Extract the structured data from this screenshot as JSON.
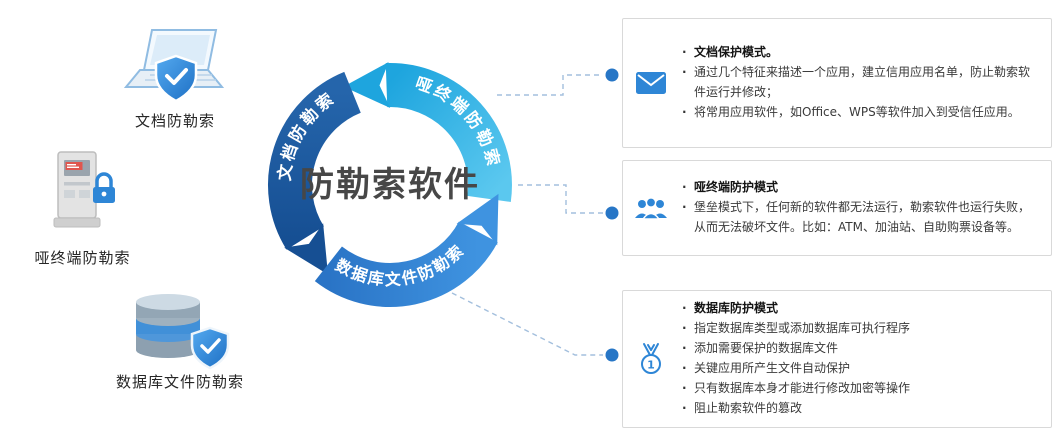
{
  "left_items": [
    {
      "icon": "laptop-shield-icon",
      "label": "文档防勒索"
    },
    {
      "icon": "terminal-lock-icon",
      "label": "哑终端防勒索"
    },
    {
      "icon": "database-shield-icon",
      "label": "数据库文件防勒索"
    }
  ],
  "wheel": {
    "center_label": "防勒索软件",
    "segments": [
      {
        "id": "document",
        "label": "文档防勒索",
        "color": "#1b559c"
      },
      {
        "id": "terminal",
        "label": "哑终端防勒索",
        "color": "#2fb3e8"
      },
      {
        "id": "database",
        "label": "数据库文件防勒索",
        "color": "#2f7fd2"
      }
    ]
  },
  "panels": [
    {
      "icon": "envelope-icon",
      "title": "文档保护模式。",
      "bullets": [
        "通过几个特征来描述一个应用，建立信用应用名单，防止勒索软件运行并修改；",
        "将常用应用软件，如Office、WPS等软件加入到受信任应用。"
      ]
    },
    {
      "icon": "people-icon",
      "title": "哑终端防护模式",
      "bullets": [
        "堡垒模式下，任何新的软件都无法运行，勒索软件也运行失败，从而无法破坏文件。比如：ATM、加油站、自助购票设备等。"
      ]
    },
    {
      "icon": "medal-icon",
      "medal_number": "1",
      "title": "数据库防护模式",
      "bullets": [
        "指定数据库类型或添加数据库可执行程序",
        "添加需要保护的数据库文件",
        "关键应用所产生文件自动保护",
        "只有数据库本身才能进行修改加密等操作",
        "阻止勒索软件的篡改"
      ]
    }
  ],
  "colors": {
    "accent_blue": "#2e86d6",
    "dark_blue": "#164f93",
    "cyan": "#2fb3e8",
    "medium_blue": "#3f93e0",
    "panel_border": "#d9d9d9",
    "connector": "#a3bfdd",
    "center_text": "#474747"
  }
}
